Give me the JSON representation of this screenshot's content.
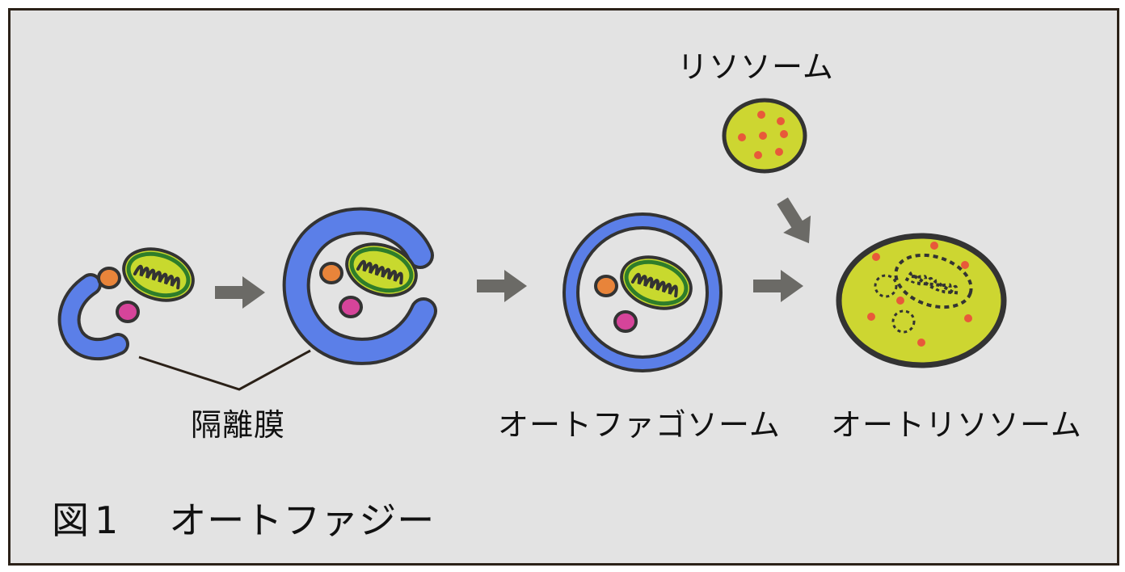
{
  "labels": {
    "lysosome": "リソソーム",
    "isolation_membrane": "隔離膜",
    "autophagosome": "オートファゴソーム",
    "autolysosome": "オートリソソーム"
  },
  "caption": {
    "figure": "図",
    "number": "1",
    "title": "オートファジー"
  },
  "colors": {
    "background": "#e3e3e3",
    "border": "#2b2118",
    "membrane": "#5b7fe8",
    "outline": "#333333",
    "mitochondrion": "#2f7d2a",
    "mito_inner": "#c8d92e",
    "lysosome_fill": "#cdd631",
    "enzyme_dot": "#e8593a",
    "orange_vesicle": "#e8843a",
    "pink_vesicle": "#d6449a",
    "arrow": "#6b6a66"
  },
  "icons": {
    "arrow": "right-arrow-icon",
    "diagonal_arrow": "down-right-arrow-icon"
  }
}
